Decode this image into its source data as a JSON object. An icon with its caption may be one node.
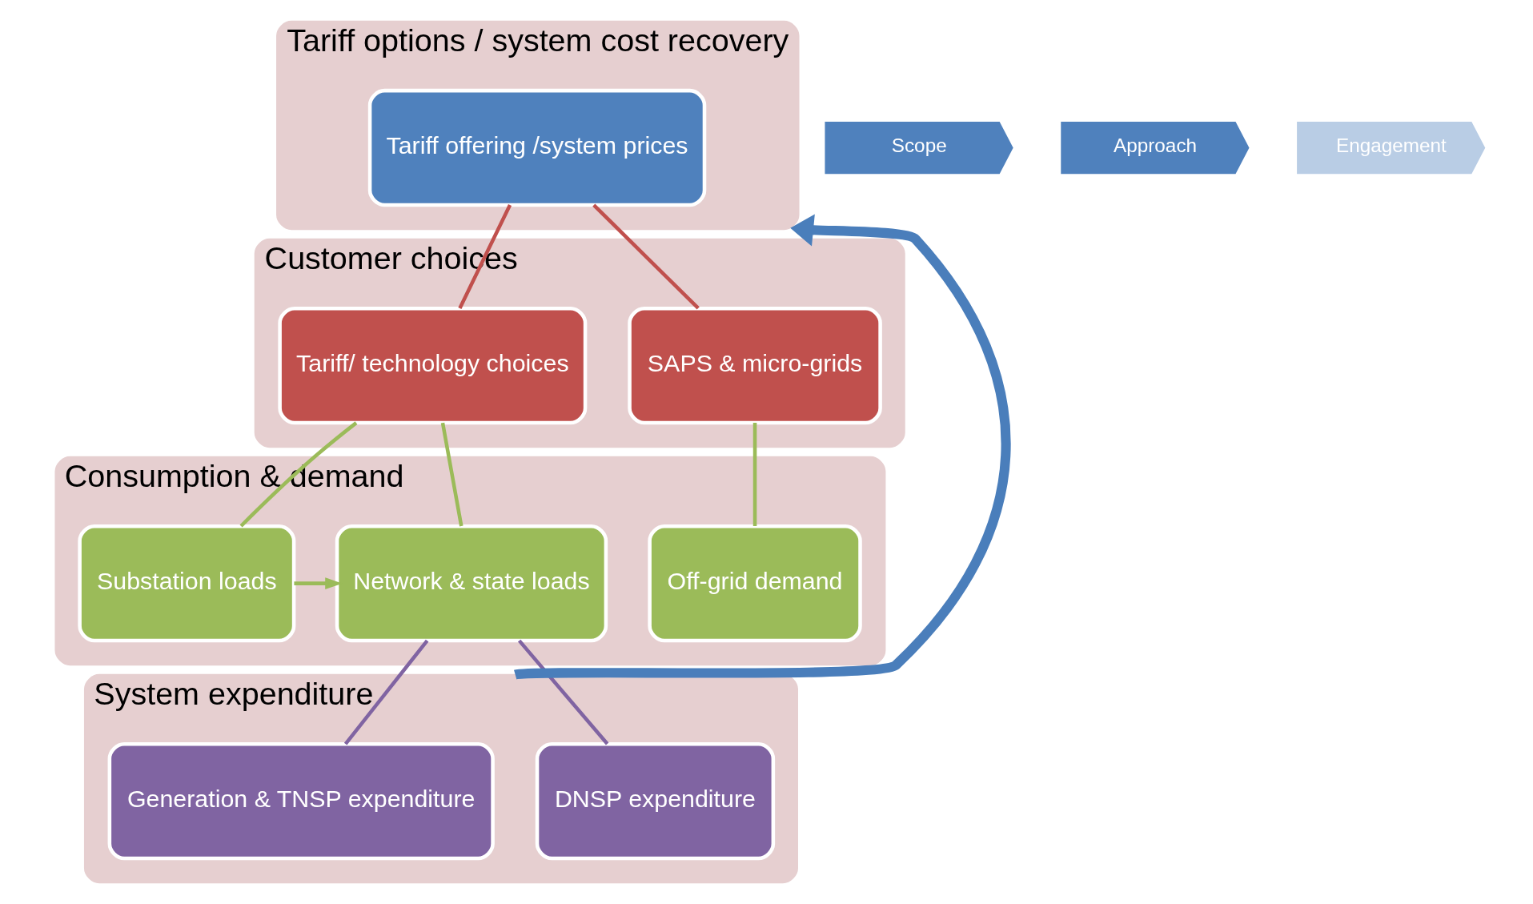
{
  "diagram": {
    "nodes": [
      {
        "text": [
          "Tariff options / system cost recovery"
        ]
      },
      {
        "text": [
          "Tariff offering /system prices"
        ],
        "in": 0
      },
      {
        "text": [
          "Customer choices"
        ]
      },
      {
        "text": [
          "SAPS & micro-grids"
        ],
        "in": 2
      },
      {
        "text": [
          "Tariff/ technology choices"
        ],
        "in": 2
      },
      {
        "text": [
          "Consumption & demand"
        ]
      },
      {
        "text": [
          "Off-grid demand"
        ],
        "in": 5
      },
      {
        "text": [
          "Network & state loads"
        ],
        "in": 5
      },
      {
        "text": [
          "Substation loads"
        ],
        "in": 5
      },
      {
        "text": [
          "System expenditure"
        ]
      },
      {
        "text": [
          "DNSP expenditure"
        ],
        "in": 9
      },
      {
        "text": [
          "Generation & TNSP expenditure"
        ],
        "in": 9
      },
      {
        "text": [
          "Scope"
        ]
      },
      {
        "text": [
          "Approach"
        ]
      },
      {
        "text": [
          "Engagement"
        ]
      }
    ],
    "edges": [
      {
        "from": 1,
        "to": 3,
        "arrow": "none",
        "color": "#c0504d"
      },
      {
        "from": 1,
        "to": 4,
        "arrow": "none",
        "color": "#c0504d"
      },
      {
        "from": 3,
        "to": 6,
        "arrow": "none",
        "color": "#9bbb59"
      },
      {
        "from": 4,
        "to": 7,
        "arrow": "none",
        "color": "#9bbb59"
      },
      {
        "from": 4,
        "to": 8,
        "arrow": "none",
        "color": "#9bbb59"
      },
      {
        "from": 8,
        "to": 7,
        "arrow": "to",
        "color": "#9bbb59"
      },
      {
        "from": 7,
        "to": 10,
        "arrow": "none",
        "color": "#8064a2"
      },
      {
        "from": 7,
        "to": 11,
        "arrow": "none",
        "color": "#8064a2"
      },
      {
        "from": 9,
        "to": 0,
        "arrow": "to",
        "style": "thick",
        "color": "#4a7ebb"
      }
    ]
  }
}
